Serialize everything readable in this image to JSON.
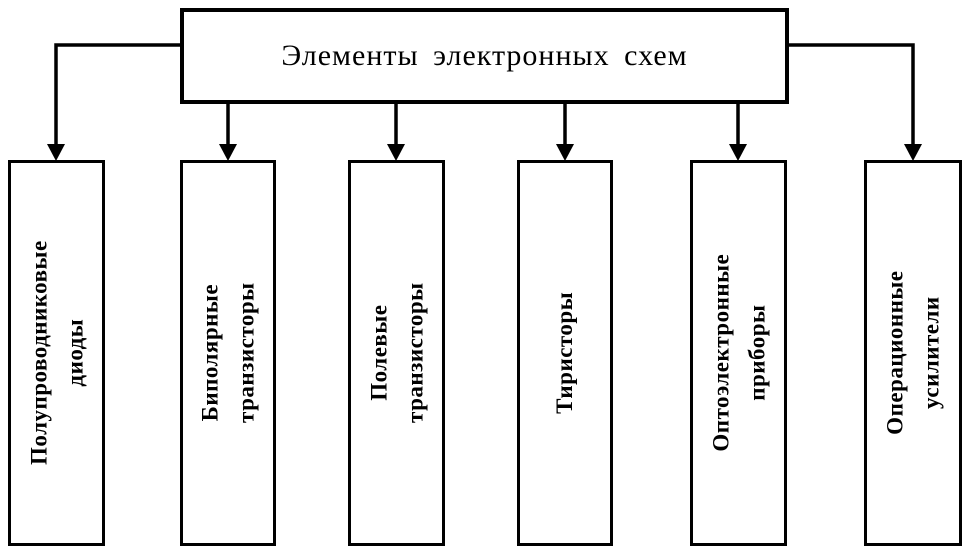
{
  "diagram": {
    "title": "Элементы электронных схем",
    "boxes": [
      {
        "label": "Полупроводниковые\nдиоды"
      },
      {
        "label": "Биполярные\nтранзисторы"
      },
      {
        "label": "Полевые\nтранзисторы"
      },
      {
        "label": "Тиристоры"
      },
      {
        "label": "Оптоэлектронные\nприборы"
      },
      {
        "label": "Операционные\nусилители"
      }
    ],
    "colors": {
      "line": "#000000",
      "background": "#ffffff",
      "text": "#000000"
    }
  }
}
